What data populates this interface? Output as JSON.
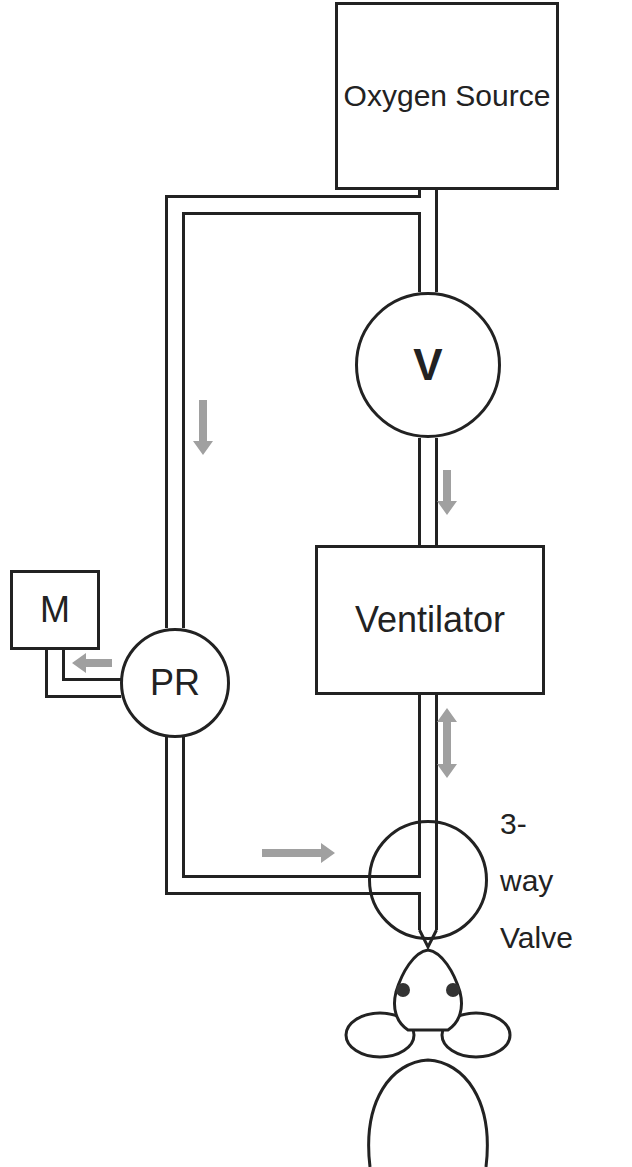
{
  "diagram": {
    "nodes": [
      {
        "text": [
          "Oxygen Source"
        ]
      },
      {
        "text": [
          "V"
        ]
      },
      {
        "text": [
          "Ventilator"
        ]
      },
      {
        "text": [
          "M"
        ]
      },
      {
        "text": [
          "PR"
        ]
      },
      {
        "text": [
          "3-way Valve"
        ]
      }
    ],
    "edges": [
      {
        "from": 0,
        "to": 1,
        "arrow": "none"
      },
      {
        "from": 0,
        "to": 4,
        "arrow": "to"
      },
      {
        "from": 1,
        "to": 2,
        "arrow": "to"
      },
      {
        "from": 2,
        "to": 5,
        "arrow": "both"
      },
      {
        "from": 4,
        "to": 3,
        "arrow": "to"
      },
      {
        "from": 4,
        "to": 5,
        "arrow": "to"
      }
    ]
  }
}
